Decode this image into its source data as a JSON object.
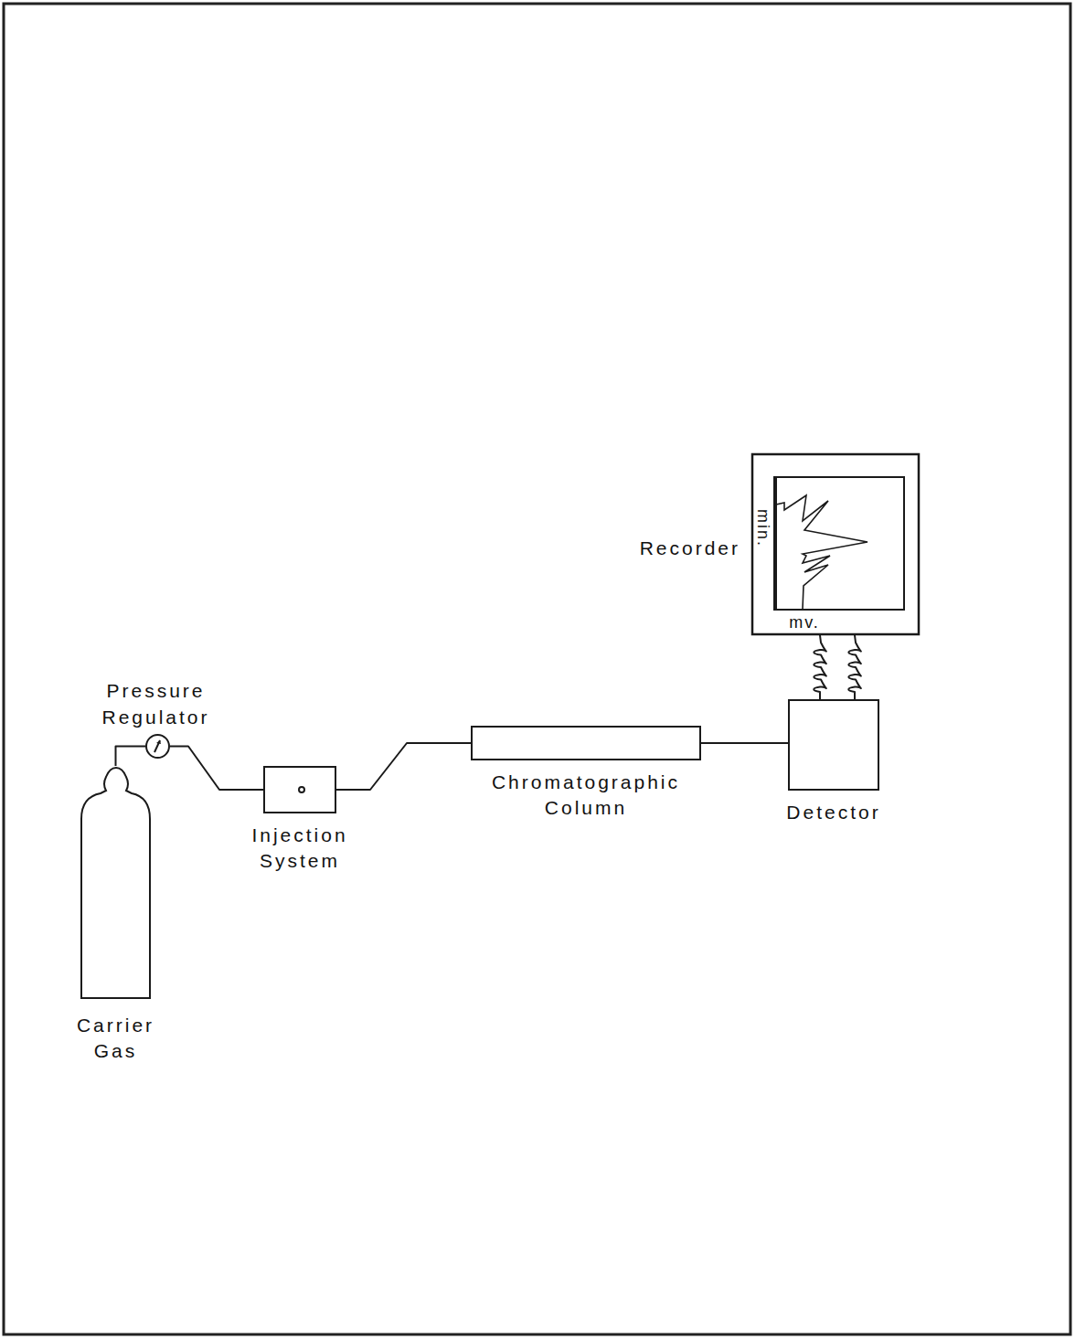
{
  "diagram": {
    "nodes": [
      {
        "text": [
          "Carrier Gas"
        ]
      },
      {
        "text": [
          "Pressure Regulator"
        ]
      },
      {
        "text": [
          "Injection System"
        ]
      },
      {
        "text": [
          "Chromatographic Column"
        ]
      },
      {
        "text": [
          "Detector"
        ]
      },
      {
        "text": [
          "Recorder",
          "min.",
          "mv."
        ]
      }
    ],
    "edges": [
      {
        "from": 0,
        "to": 1,
        "arrow": "none"
      },
      {
        "from": 1,
        "to": 2,
        "arrow": "none"
      },
      {
        "from": 2,
        "to": 3,
        "arrow": "none"
      },
      {
        "from": 3,
        "to": 4,
        "arrow": "none"
      },
      {
        "from": 4,
        "to": 5,
        "arrow": "none"
      }
    ]
  }
}
